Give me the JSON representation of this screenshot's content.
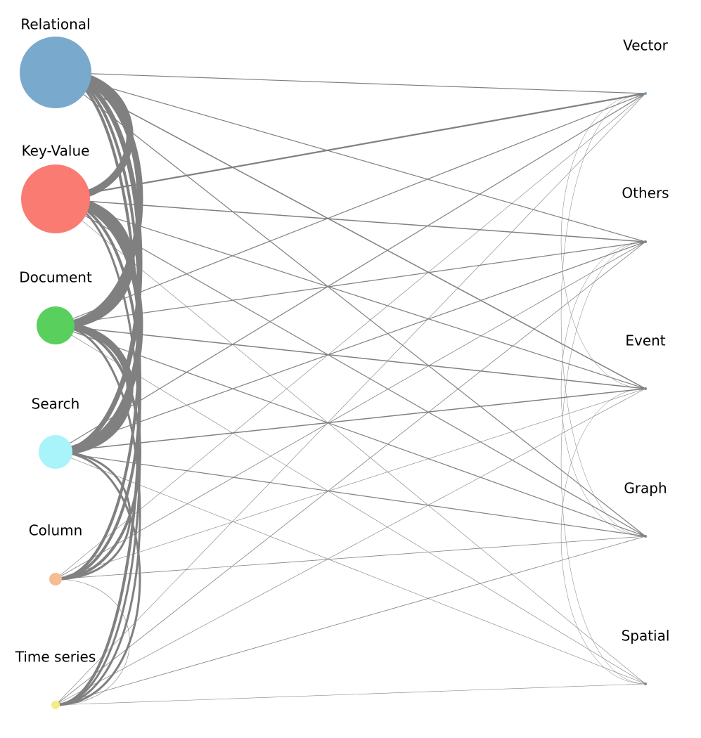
{
  "nodes": [
    {
      "id": "relational",
      "label": "Relational",
      "color": "#79a9cd",
      "side": "left"
    },
    {
      "id": "key-value",
      "label": "Key-Value",
      "color": "#fa7b72",
      "side": "left"
    },
    {
      "id": "document",
      "label": "Document",
      "color": "#59cf5e",
      "side": "left"
    },
    {
      "id": "search",
      "label": "Search",
      "color": "#a8f4fa",
      "side": "left"
    },
    {
      "id": "column",
      "label": "Column",
      "color": "#f6bd92",
      "side": "left"
    },
    {
      "id": "time-series",
      "label": "Time series",
      "color": "#f7eb85",
      "side": "left"
    },
    {
      "id": "vector",
      "label": "Vector",
      "color": "#79a9cd",
      "side": "right"
    },
    {
      "id": "others",
      "label": "Others",
      "color": "#888888",
      "side": "right"
    },
    {
      "id": "event",
      "label": "Event",
      "color": "#888888",
      "side": "right"
    },
    {
      "id": "graph",
      "label": "Graph",
      "color": "#888888",
      "side": "right"
    },
    {
      "id": "spatial",
      "label": "Spatial",
      "color": "#888888",
      "side": "right"
    }
  ],
  "edge_color": "#808080",
  "edges": [
    {
      "source": "relational",
      "target": "key-value",
      "weight": 10
    },
    {
      "source": "relational",
      "target": "document",
      "weight": 9
    },
    {
      "source": "relational",
      "target": "search",
      "weight": 7
    },
    {
      "source": "relational",
      "target": "column",
      "weight": 4
    },
    {
      "source": "relational",
      "target": "time-series",
      "weight": 4
    },
    {
      "source": "key-value",
      "target": "document",
      "weight": 11
    },
    {
      "source": "key-value",
      "target": "search",
      "weight": 9
    },
    {
      "source": "key-value",
      "target": "column",
      "weight": 4
    },
    {
      "source": "key-value",
      "target": "time-series",
      "weight": 3
    },
    {
      "source": "document",
      "target": "search",
      "weight": 10
    },
    {
      "source": "document",
      "target": "column",
      "weight": 4
    },
    {
      "source": "document",
      "target": "time-series",
      "weight": 3
    },
    {
      "source": "search",
      "target": "column",
      "weight": 3
    },
    {
      "source": "search",
      "target": "time-series",
      "weight": 3
    },
    {
      "source": "column",
      "target": "time-series",
      "weight": 0.6
    },
    {
      "source": "relational",
      "target": "vector",
      "weight": 1.2
    },
    {
      "source": "relational",
      "target": "others",
      "weight": 1.2
    },
    {
      "source": "relational",
      "target": "event",
      "weight": 1.5
    },
    {
      "source": "relational",
      "target": "graph",
      "weight": 1.2
    },
    {
      "source": "key-value",
      "target": "vector",
      "weight": 2.2
    },
    {
      "source": "key-value",
      "target": "others",
      "weight": 1.5
    },
    {
      "source": "key-value",
      "target": "event",
      "weight": 1.2
    },
    {
      "source": "key-value",
      "target": "graph",
      "weight": 1.2
    },
    {
      "source": "key-value",
      "target": "spatial",
      "weight": 0.6
    },
    {
      "source": "document",
      "target": "vector",
      "weight": 1.2
    },
    {
      "source": "document",
      "target": "others",
      "weight": 1.2
    },
    {
      "source": "document",
      "target": "event",
      "weight": 1.5
    },
    {
      "source": "document",
      "target": "graph",
      "weight": 1.2
    },
    {
      "source": "document",
      "target": "spatial",
      "weight": 0.6
    },
    {
      "source": "search",
      "target": "vector",
      "weight": 1.2
    },
    {
      "source": "search",
      "target": "others",
      "weight": 1.2
    },
    {
      "source": "search",
      "target": "event",
      "weight": 1.5
    },
    {
      "source": "search",
      "target": "graph",
      "weight": 1.2
    },
    {
      "source": "search",
      "target": "spatial",
      "weight": 0.6
    },
    {
      "source": "column",
      "target": "vector",
      "weight": 0.6
    },
    {
      "source": "column",
      "target": "others",
      "weight": 0.8
    },
    {
      "source": "column",
      "target": "event",
      "weight": 0.6
    },
    {
      "source": "column",
      "target": "graph",
      "weight": 0.8
    },
    {
      "source": "time-series",
      "target": "vector",
      "weight": 0.6
    },
    {
      "source": "time-series",
      "target": "others",
      "weight": 0.8
    },
    {
      "source": "time-series",
      "target": "event",
      "weight": 0.6
    },
    {
      "source": "time-series",
      "target": "graph",
      "weight": 0.8
    },
    {
      "source": "time-series",
      "target": "spatial",
      "weight": 0.6
    },
    {
      "source": "vector",
      "target": "event",
      "weight": 0.5
    },
    {
      "source": "vector",
      "target": "graph",
      "weight": 0.5
    },
    {
      "source": "others",
      "target": "graph",
      "weight": 0.5
    },
    {
      "source": "others",
      "target": "spatial",
      "weight": 0.5
    },
    {
      "source": "event",
      "target": "spatial",
      "weight": 0.5
    }
  ]
}
